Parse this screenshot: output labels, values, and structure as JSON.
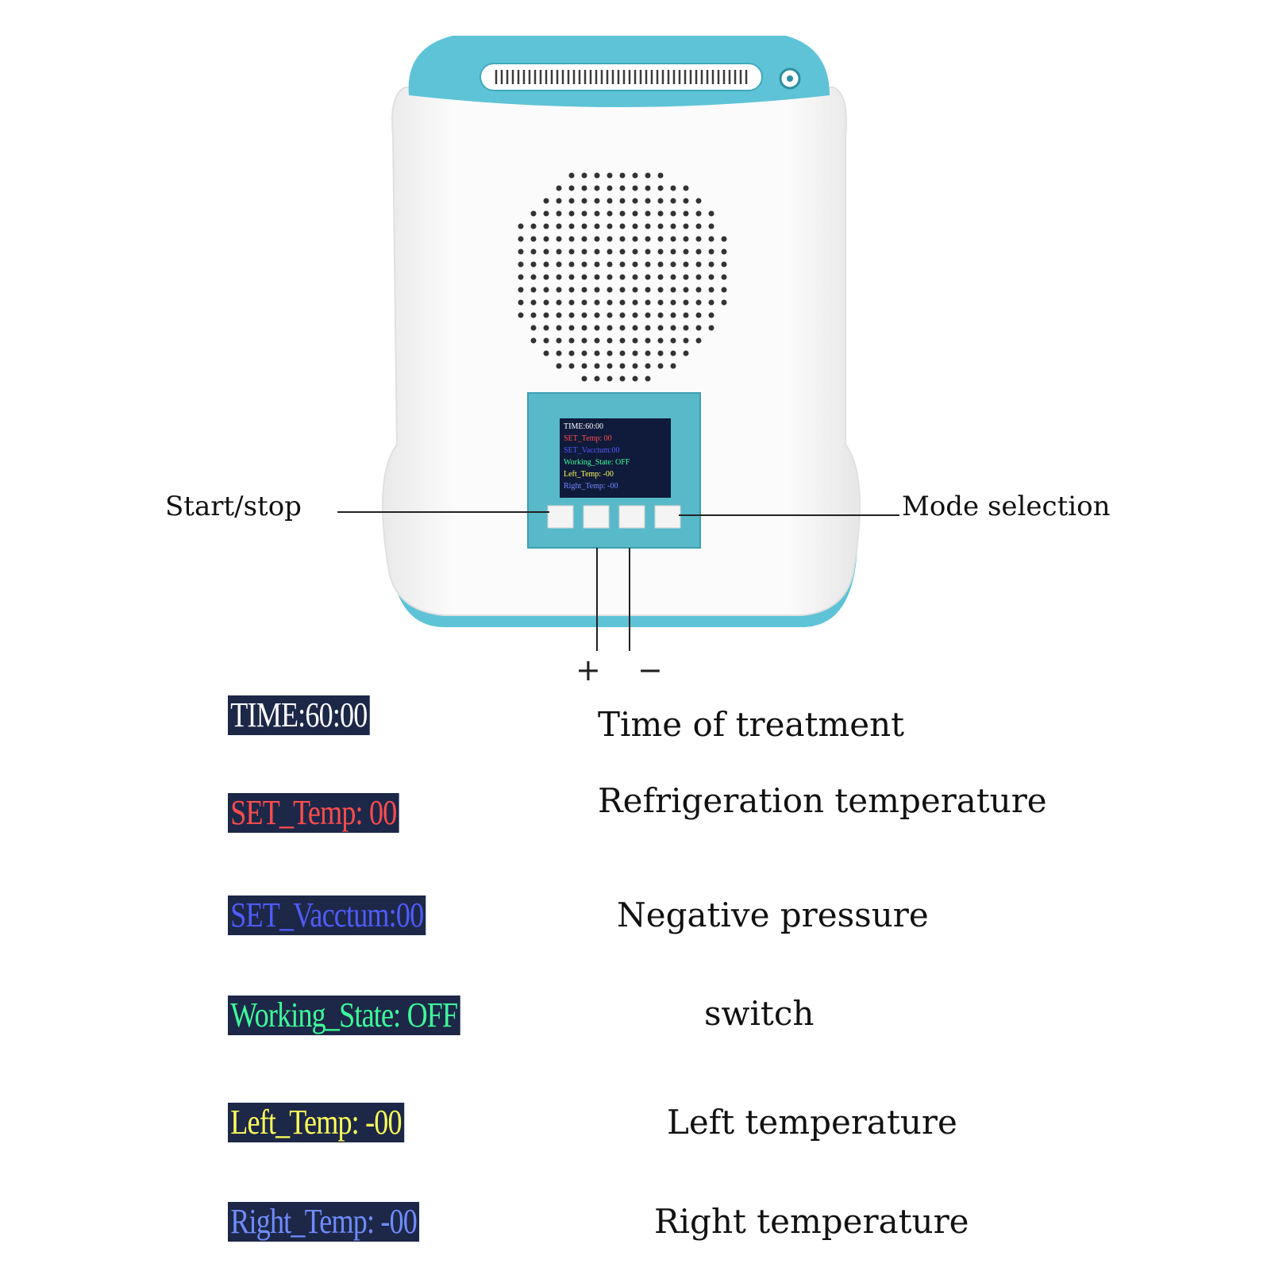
{
  "device": {
    "screen": {
      "rows": [
        {
          "text": "TIME:60:00",
          "color": "#ffffff"
        },
        {
          "text": "SET_Temp: 00",
          "color": "#ff4d4d"
        },
        {
          "text": "SET_Vacctum:00",
          "color": "#4f5cff"
        },
        {
          "text": "Working_State:  OFF",
          "color": "#3dff9a"
        },
        {
          "text": "Left_Temp:  -00",
          "color": "#ffff5a"
        },
        {
          "text": "Right_Temp: -00",
          "color": "#6f8cff"
        }
      ]
    },
    "colors": {
      "accent": "#5ec3d6",
      "body": "#f7f7f7",
      "screen_bg": "#101a3a"
    }
  },
  "callouts": {
    "start_stop": "Start/stop",
    "mode_selection": "Mode selection",
    "plus": "+",
    "minus": "−"
  },
  "legend": [
    {
      "display": "TIME:60:00",
      "color": "#ffffff",
      "description": "Time of treatment"
    },
    {
      "display": "SET_Temp: 00",
      "color": "#ff4d4d",
      "description": "Refrigeration temperature"
    },
    {
      "display": "SET_Vacctum:00",
      "color": "#4f5cff",
      "description": "Negative pressure"
    },
    {
      "display": "Working_State:  OFF",
      "color": "#3dff9a",
      "description": "switch"
    },
    {
      "display": "Left_Temp:  -00",
      "color": "#ffff5a",
      "description": "Left temperature"
    },
    {
      "display": "Right_Temp: -00",
      "color": "#6f8cff",
      "description": "Right temperature"
    }
  ]
}
